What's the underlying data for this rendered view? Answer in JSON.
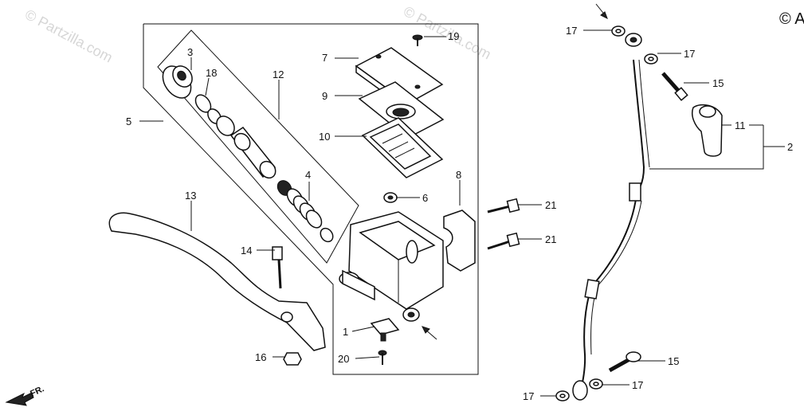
{
  "watermark": "© Partzilla.com",
  "copyright": "© A",
  "fr_label": "FR.",
  "callouts": {
    "p1": "1",
    "p2": "2",
    "p3": "3",
    "p4": "4",
    "p5": "5",
    "p6": "6",
    "p7": "7",
    "p8": "8",
    "p9": "9",
    "p10": "10",
    "p11": "11",
    "p12": "12",
    "p13": "13",
    "p14": "14",
    "p15a": "15",
    "p15b": "15",
    "p16": "16",
    "p17a": "17",
    "p17b": "17",
    "p17c": "17",
    "p17d": "17",
    "p18": "18",
    "p19": "19",
    "p20": "20",
    "p21a": "21",
    "p21b": "21"
  }
}
